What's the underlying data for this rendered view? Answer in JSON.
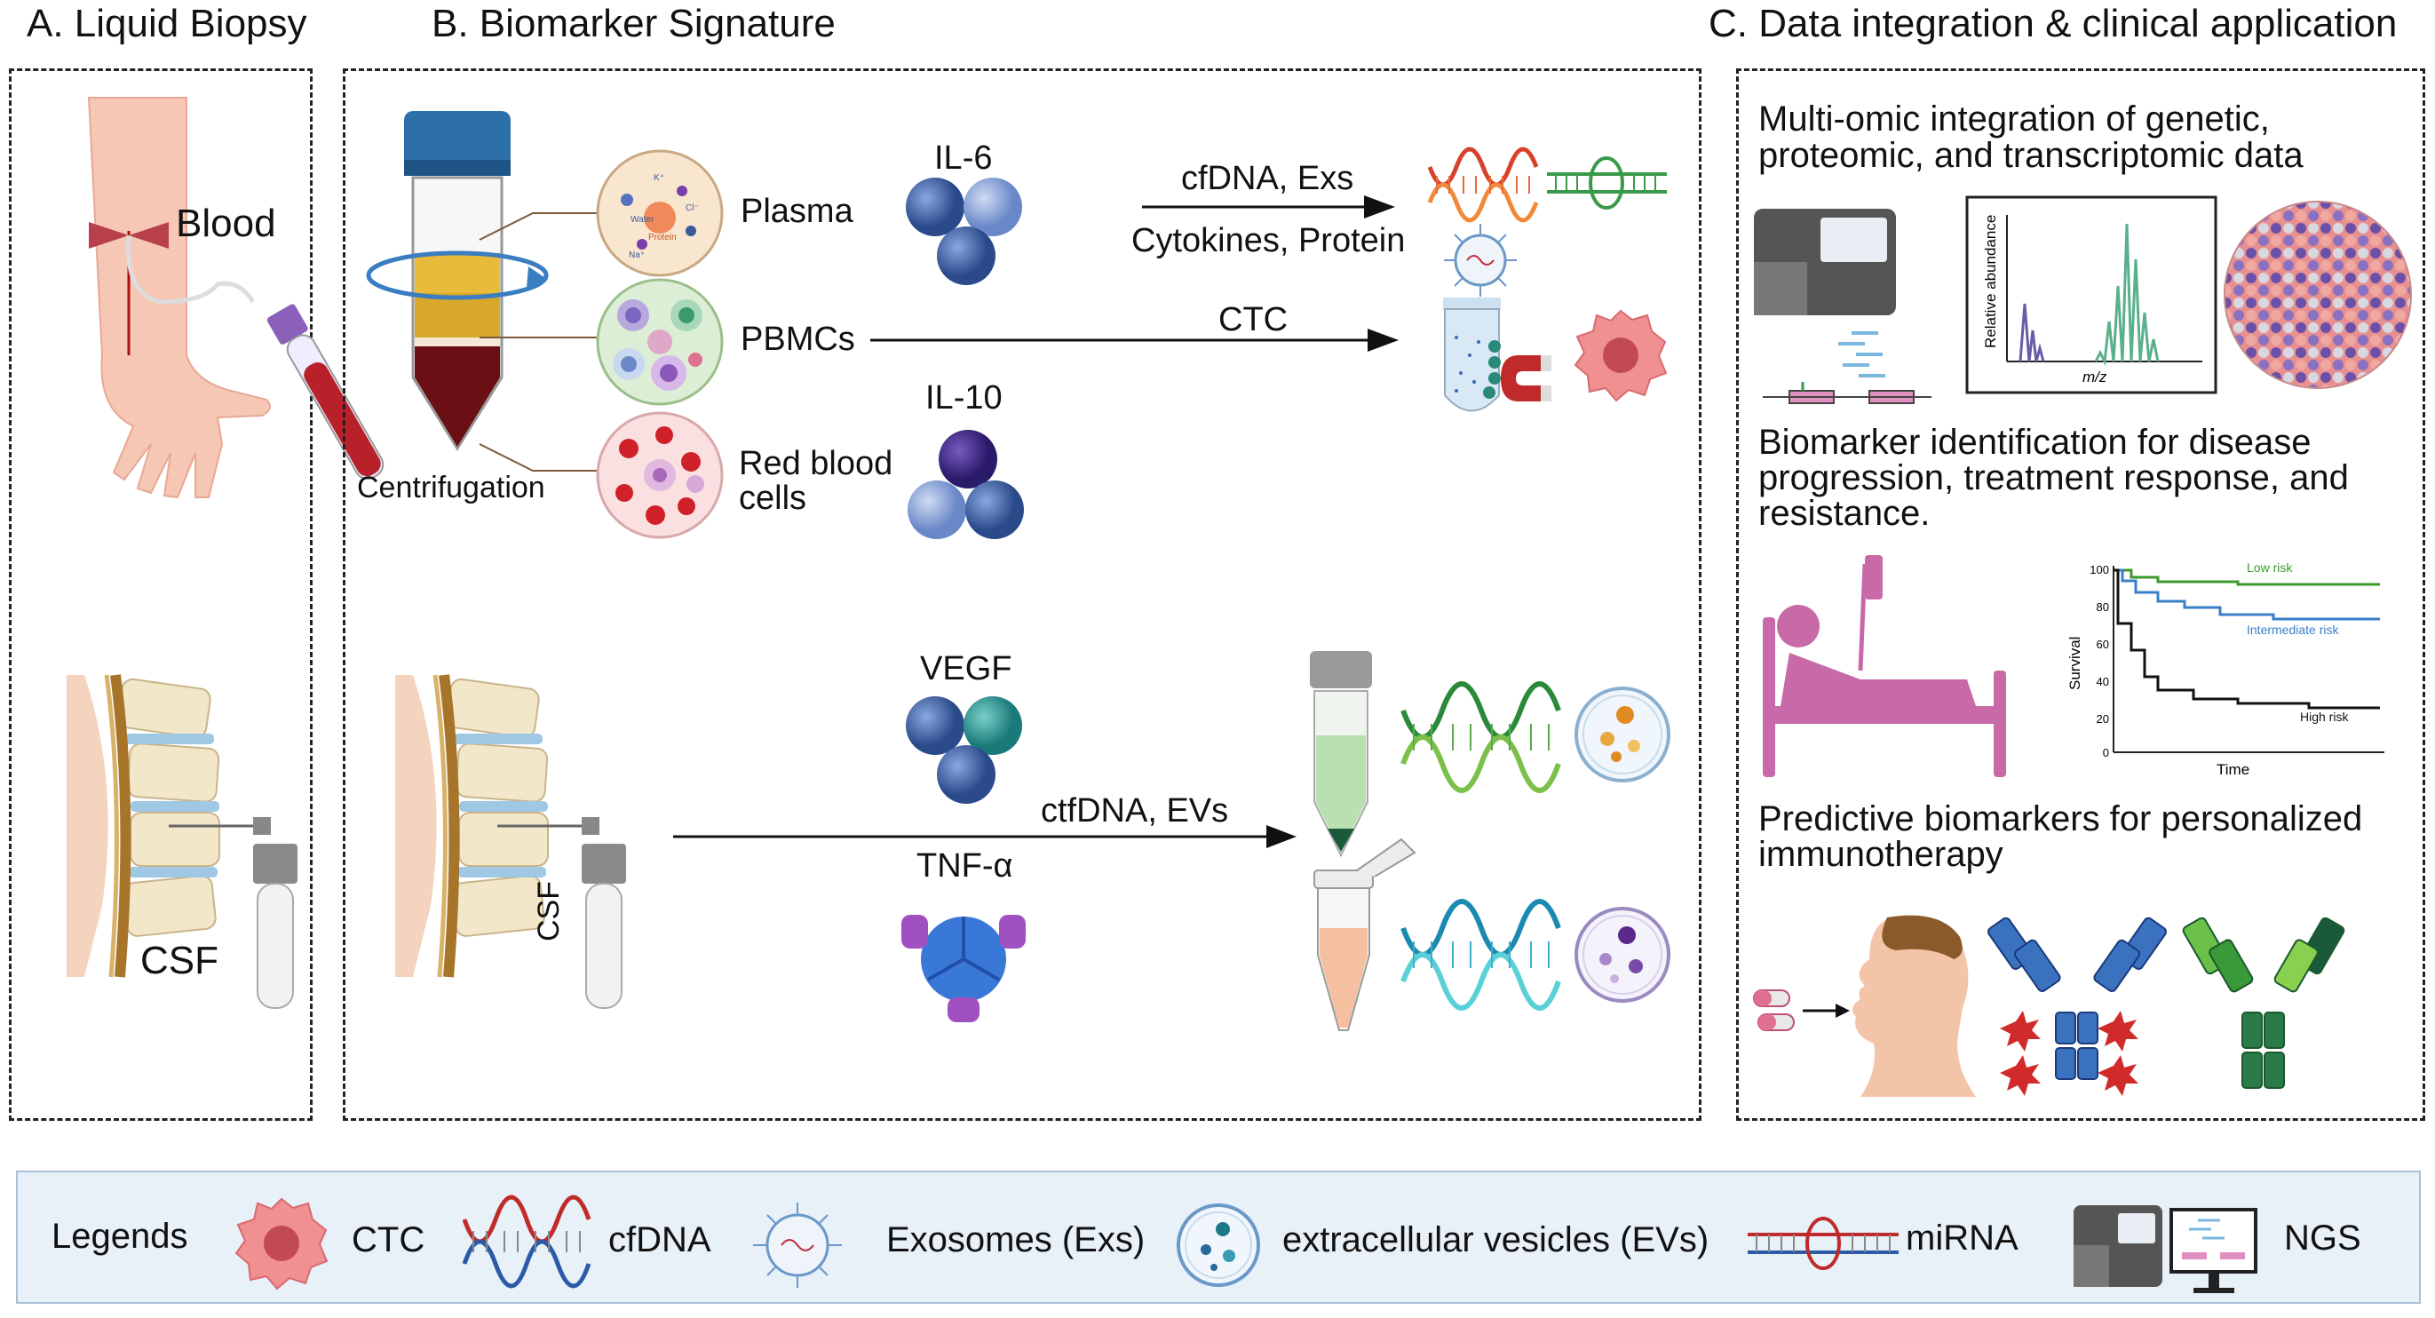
{
  "panels": {
    "a": {
      "title": "A. Liquid Biopsy",
      "blood": "Blood",
      "csf": "CSF"
    },
    "b": {
      "title": "B. Biomarker Signature",
      "plasma": "Plasma",
      "pbmcs": "PBMCs",
      "rbc_line1": "Red blood",
      "rbc_line2": "cells",
      "centrifugation": "Centrifugation",
      "il6": "IL-6",
      "il10": "IL-10",
      "vegf": "VEGF",
      "tnf": "TNF-α",
      "arrow1_top": "cfDNA, Exs",
      "arrow1_bottom": "Cytokines, Protein",
      "arrow2": "CTC",
      "arrow3": "ctfDNA, EVs",
      "csf": "CSF",
      "plasma_items": {
        "water": "Water",
        "protein": "Protein",
        "k": "K⁺",
        "cl": "Cl⁻",
        "na": "Na⁺"
      }
    },
    "c": {
      "title": "C. Data integration & clinical application",
      "sec1_line1": "Multi-omic integration of genetic,",
      "sec1_line2": "proteomic, and transcriptomic data",
      "ms_ylabel": "Relative abundance",
      "ms_xlabel": "m/z",
      "sec2_line1": "Biomarker identification for disease",
      "sec2_line2": "progression, treatment response, and",
      "sec2_line3": "resistance.",
      "km": {
        "low": "Low risk",
        "intermediate": "Intermediate risk",
        "high": "High risk",
        "ylabel": "Survival",
        "xlabel": "Time",
        "yticks": [
          "100",
          "80",
          "60",
          "40",
          "20",
          "0"
        ]
      },
      "sec3_line1": "Predictive biomarkers for personalized",
      "sec3_line2": "immunotherapy"
    }
  },
  "legend": {
    "title": "Legends",
    "items": [
      "CTC",
      "cfDNA",
      "Exosomes (Exs)",
      "extracellular vesicles (EVs)",
      "miRNA",
      "NGS"
    ]
  },
  "colors": {
    "dna_red": "#d8402a",
    "dna_blue": "#2b5aa8",
    "dna_green": "#3a9a4a",
    "cytokine_blue": "#3d5fa0",
    "ctc_pink": "#e8787a",
    "legend_bg": "#e8f0f8"
  }
}
